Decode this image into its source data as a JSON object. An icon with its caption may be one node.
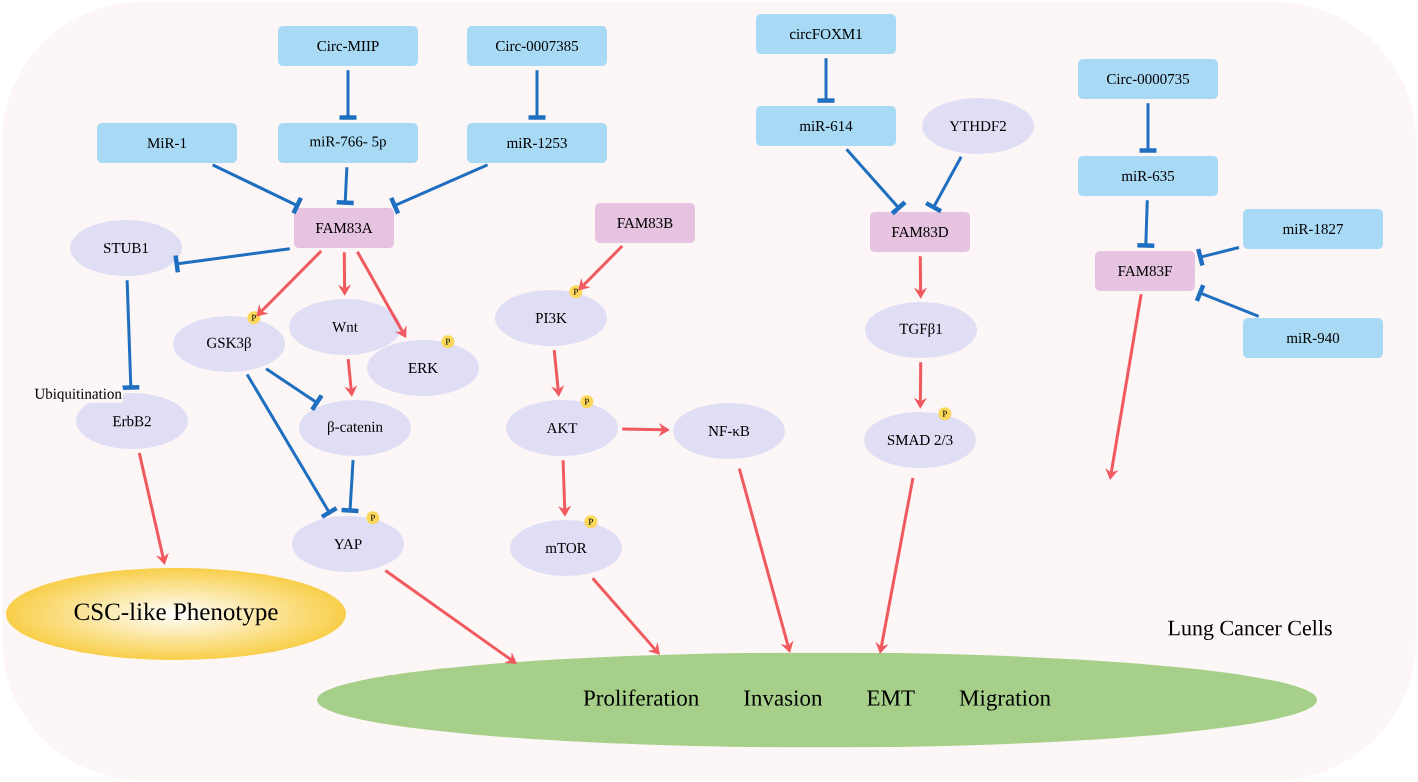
{
  "diagram": {
    "nodes": [
      {
        "text": [
          "Lung Cancer Cells"
        ]
      },
      {
        "text": [
          "Circ-MIIP"
        ],
        "in": 0
      },
      {
        "text": [
          "Circ-0007385"
        ],
        "in": 0
      },
      {
        "text": [
          "circFOXM1"
        ],
        "in": 0
      },
      {
        "text": [
          "Circ-0000735"
        ],
        "in": 0
      },
      {
        "text": [
          "MiR-1"
        ],
        "in": 0
      },
      {
        "text": [
          "miR-766- 5p"
        ],
        "in": 0
      },
      {
        "text": [
          "miR-1253"
        ],
        "in": 0
      },
      {
        "text": [
          "miR-614"
        ],
        "in": 0
      },
      {
        "text": [
          "YTHDF2"
        ],
        "in": 0
      },
      {
        "text": [
          "miR-635"
        ],
        "in": 0
      },
      {
        "text": [
          "FAM83A"
        ],
        "in": 0
      },
      {
        "text": [
          "FAM83B"
        ],
        "in": 0
      },
      {
        "text": [
          "FAM83D"
        ],
        "in": 0
      },
      {
        "text": [
          "miR-1827"
        ],
        "in": 0
      },
      {
        "text": [
          "STUB1"
        ],
        "in": 0
      },
      {
        "text": [
          "FAM83F"
        ],
        "in": 0
      },
      {
        "text": [
          "GSK3β"
        ],
        "beside": [
          "P"
        ],
        "in": 0
      },
      {
        "text": [
          "Wnt"
        ],
        "in": 0
      },
      {
        "text": [
          "PI3K"
        ],
        "beside": [
          "P"
        ],
        "in": 0
      },
      {
        "text": [
          "TGFβ1"
        ],
        "in": 0
      },
      {
        "text": [
          "miR-940"
        ],
        "in": 0
      },
      {
        "text": [
          "ERK"
        ],
        "beside": [
          "P"
        ],
        "in": 0
      },
      {
        "text": [
          "ErbB2"
        ],
        "in": 0
      },
      {
        "text": [
          "β-catenin"
        ],
        "in": 0
      },
      {
        "text": [
          "AKT"
        ],
        "beside": [
          "P"
        ],
        "in": 0
      },
      {
        "text": [
          "NF-κB"
        ],
        "in": 0
      },
      {
        "text": [
          "SMAD 2/3"
        ],
        "beside": [
          "P"
        ],
        "in": 0
      },
      {
        "text": [
          "YAP"
        ],
        "beside": [
          "P"
        ],
        "in": 0
      },
      {
        "text": [
          "mTOR"
        ],
        "beside": [
          "P"
        ],
        "in": 0
      },
      {
        "text": [
          "CSC-like Phenotype"
        ],
        "in": 0
      },
      {
        "text": [
          "Proliferation",
          "Invasion",
          "EMT",
          "Migration"
        ],
        "in": 0
      }
    ],
    "edges": [
      {
        "from": 1,
        "to": 6,
        "arrow": "other",
        "color": "#1f6fc0"
      },
      {
        "from": 2,
        "to": 7,
        "arrow": "other",
        "color": "#1f6fc0"
      },
      {
        "from": 3,
        "to": 8,
        "arrow": "other",
        "color": "#1f6fc0"
      },
      {
        "from": 4,
        "to": 10,
        "arrow": "other",
        "color": "#1f6fc0"
      },
      {
        "from": 5,
        "to": 11,
        "arrow": "other",
        "color": "#1f6fc0"
      },
      {
        "from": 6,
        "to": 11,
        "arrow": "other",
        "color": "#1f6fc0"
      },
      {
        "from": 7,
        "to": 11,
        "arrow": "other",
        "color": "#1f6fc0"
      },
      {
        "from": 8,
        "to": 13,
        "arrow": "other",
        "color": "#1f6fc0"
      },
      {
        "from": 9,
        "to": 13,
        "arrow": "other",
        "color": "#1f6fc0"
      },
      {
        "from": 10,
        "to": 16,
        "arrow": "other",
        "color": "#1f6fc0"
      },
      {
        "from": 14,
        "to": 16,
        "arrow": "other",
        "color": "#1f6fc0"
      },
      {
        "from": 21,
        "to": 16,
        "arrow": "other",
        "color": "#1f6fc0"
      },
      {
        "from": 11,
        "to": 15,
        "arrow": "other",
        "color": "#1f6fc0"
      },
      {
        "from": 15,
        "to": 23,
        "arrow": "other",
        "color": "#1f6fc0",
        "label": "Ubiquitination"
      },
      {
        "from": 11,
        "to": 17,
        "arrow": "to",
        "color": "#f05a5e"
      },
      {
        "from": 11,
        "to": 18,
        "arrow": "to",
        "color": "#f05a5e"
      },
      {
        "from": 11,
        "to": 22,
        "arrow": "to",
        "color": "#f05a5e"
      },
      {
        "from": 17,
        "to": 24,
        "arrow": "other",
        "color": "#1f6fc0"
      },
      {
        "from": 17,
        "to": 28,
        "arrow": "other",
        "color": "#1f6fc0"
      },
      {
        "from": 18,
        "to": 24,
        "arrow": "to",
        "color": "#f05a5e"
      },
      {
        "from": 24,
        "to": 28,
        "arrow": "other",
        "color": "#1f6fc0"
      },
      {
        "from": 12,
        "to": 19,
        "arrow": "to",
        "color": "#f05a5e"
      },
      {
        "from": 19,
        "to": 25,
        "arrow": "to",
        "color": "#f05a5e"
      },
      {
        "from": 25,
        "to": 26,
        "arrow": "to",
        "color": "#f05a5e"
      },
      {
        "from": 25,
        "to": 29,
        "arrow": "to",
        "color": "#f05a5e"
      },
      {
        "from": 13,
        "to": 20,
        "arrow": "to",
        "color": "#f05a5e"
      },
      {
        "from": 20,
        "to": 27,
        "arrow": "to",
        "color": "#f05a5e"
      },
      {
        "from": 23,
        "to": 30,
        "arrow": "to",
        "color": "#f05a5e"
      },
      {
        "from": 28,
        "to": 31,
        "arrow": "to",
        "color": "#f05a5e"
      },
      {
        "from": 29,
        "to": 31,
        "arrow": "to",
        "color": "#f05a5e"
      },
      {
        "from": 26,
        "to": 31,
        "arrow": "to",
        "color": "#f05a5e"
      },
      {
        "from": 27,
        "to": 31,
        "arrow": "to",
        "color": "#f05a5e"
      },
      {
        "from": 16,
        "to": null,
        "arrow": "to",
        "color": "#f05a5e"
      }
    ]
  }
}
